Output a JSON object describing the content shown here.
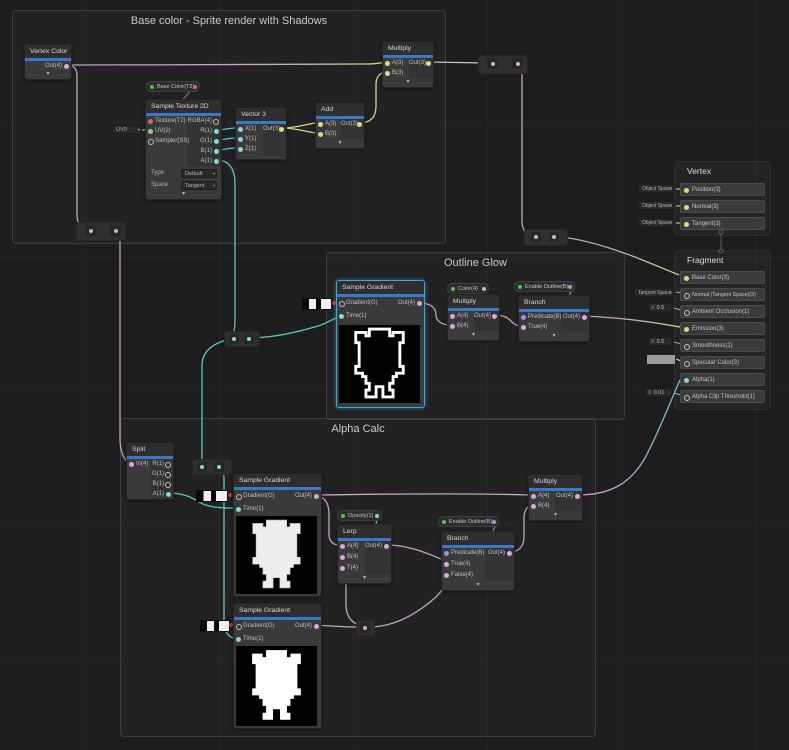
{
  "groups": {
    "base": {
      "title": "Base color - Sprite render with Shadows"
    },
    "outline": {
      "title": "Outline Glow"
    },
    "alpha": {
      "title": "Alpha Calc"
    }
  },
  "icons": {
    "chevron_down": "▾",
    "dropdown_arrow": "▾"
  },
  "nodes": {
    "vertex_color": {
      "title": "Vertex Color",
      "out": [
        "Out(4)"
      ]
    },
    "sample_texture": {
      "title": "Sample Texture 2D",
      "in": [
        "Texture(T2)",
        "UV(2)",
        "Sampler(SS)"
      ],
      "out": [
        "RGBA(4)",
        "R(1)",
        "G(1)",
        "B(1)",
        "A(1)"
      ],
      "uv_dropdown": "UV0",
      "type_label": "Type",
      "type_value": "Default",
      "space_label": "Space",
      "space_value": "Tangent"
    },
    "vector3": {
      "title": "Vector 3",
      "in": [
        "X(1)",
        "Y(1)",
        "Z(1)"
      ],
      "out": [
        "Out(3)"
      ]
    },
    "add": {
      "title": "Add",
      "in": [
        "A(3)",
        "B(3)"
      ],
      "out": [
        "Out(3)"
      ]
    },
    "multiply_main": {
      "title": "Multiply",
      "in": [
        "A(3)",
        "B(3)"
      ],
      "out": [
        "Out(3)"
      ]
    },
    "sample_gradient_outline": {
      "title": "Sample Gradient",
      "in": [
        "Gradient(G)",
        "Time(1)"
      ],
      "out": [
        "Out(4)"
      ]
    },
    "multiply_outline": {
      "title": "Multiply",
      "in": [
        "A(4)",
        "B(4)"
      ],
      "out": [
        "Out(4)"
      ]
    },
    "branch_outline": {
      "title": "Branch",
      "in": [
        "Predicate(B)",
        "True(4)"
      ],
      "out": [
        "Out(4)"
      ]
    },
    "split": {
      "title": "Split",
      "in": [
        "In(4)"
      ],
      "out": [
        "R(1)",
        "G(1)",
        "B(1)",
        "A(1)"
      ]
    },
    "sample_gradient_main": {
      "title": "Sample Gradient",
      "in": [
        "Gradient(G)",
        "Time(1)"
      ],
      "out": [
        "Out(4)"
      ]
    },
    "sample_gradient_glow": {
      "title": "Sample Gradient",
      "in": [
        "Gradient(G)",
        "Time(1)"
      ],
      "out": [
        "Out(4)"
      ]
    },
    "lerp": {
      "title": "Lerp",
      "in": [
        "A(4)",
        "B(4)",
        "T(4)"
      ],
      "out": [
        "Out(4)"
      ]
    },
    "branch_alpha": {
      "title": "Branch",
      "in": [
        "Predicate(B)",
        "True(4)",
        "False(4)"
      ],
      "out": [
        "Out(4)"
      ]
    },
    "multiply_alpha": {
      "title": "Multiply",
      "in": [
        "A(4)",
        "B(4)"
      ],
      "out": [
        "Out(4)"
      ]
    }
  },
  "pills": {
    "base_color": "Base Color(T2)",
    "color": "Color(4)",
    "enable_outline_a": "Enable Outline(B)",
    "opacity": "Opacity(1)",
    "enable_outline_b": "Enable Outline(B)"
  },
  "stacks": {
    "vertex": {
      "title": "Vertex",
      "rows": [
        {
          "label": "Position(3)",
          "space": "Object Space"
        },
        {
          "label": "Normal(3)",
          "space": "Object Space"
        },
        {
          "label": "Tangent(3)",
          "space": "Object Space"
        }
      ]
    },
    "fragment": {
      "title": "Fragment",
      "rows": [
        {
          "label": "Base Color(3)"
        },
        {
          "label": "Normal (Tangent Space)(3)",
          "space": "Tangent Space"
        },
        {
          "label": "Ambient Occlusion(1)",
          "x": "X",
          "value": "0.5"
        },
        {
          "label": "Emission(3)"
        },
        {
          "label": "Smoothness(1)",
          "x": "X",
          "value": "0.5"
        },
        {
          "label": "Specular Color(3)"
        },
        {
          "label": "Alpha(1)"
        },
        {
          "label": "Alpha Clip Threshold(1)",
          "x": "X",
          "value": "0.01"
        }
      ]
    }
  },
  "colors": {
    "accent_blue": "#3a79c9",
    "selected_node": "#3ba8e0",
    "port_float": "#84dadc",
    "port_vector3": "#e0db8c",
    "port_vector4": "#dba8de",
    "port_texture": "#cf6b6b",
    "port_boolean": "#a292e0",
    "port_gradient": "#b5b5b5",
    "property_dot": "#55c455",
    "specular_swatch": "#9a9a9a",
    "wire_pink": "#c7a0cb",
    "wire_yellow": "#d6d687",
    "wire_teal": "#62c4c6",
    "wire_red": "#b05a5a",
    "wire_purple": "#8e80cf",
    "wire_green": "#7fc97f"
  }
}
